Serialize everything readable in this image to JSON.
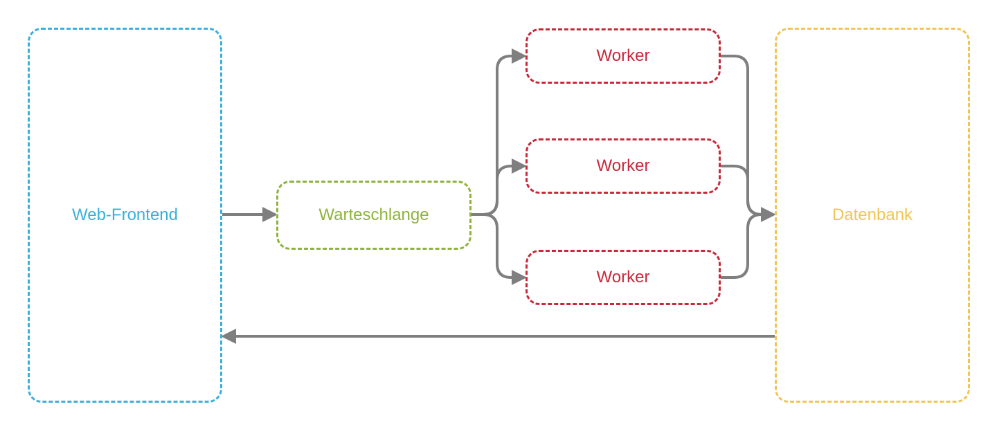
{
  "colors": {
    "frontend": "#3aafd9",
    "queue": "#8db33a",
    "worker": "#c8283a",
    "database": "#f0c553",
    "connector": "#7f7f7f"
  },
  "nodes": {
    "web_frontend": {
      "label": "Web-Frontend",
      "color": "#3aafd9"
    },
    "queue": {
      "label": "Warteschlange",
      "color": "#8db33a"
    },
    "workers": [
      {
        "label": "Worker",
        "color": "#c8283a"
      },
      {
        "label": "Worker",
        "color": "#c8283a"
      },
      {
        "label": "Worker",
        "color": "#c8283a"
      }
    ],
    "database": {
      "label": "Datenbank",
      "color": "#f0c553"
    }
  },
  "edges": [
    {
      "from": "web_frontend",
      "to": "queue"
    },
    {
      "from": "queue",
      "to": "worker_1"
    },
    {
      "from": "queue",
      "to": "worker_2"
    },
    {
      "from": "queue",
      "to": "worker_3"
    },
    {
      "from": "worker_1",
      "to": "database"
    },
    {
      "from": "worker_2",
      "to": "database"
    },
    {
      "from": "worker_3",
      "to": "database"
    },
    {
      "from": "database",
      "to": "web_frontend"
    }
  ]
}
